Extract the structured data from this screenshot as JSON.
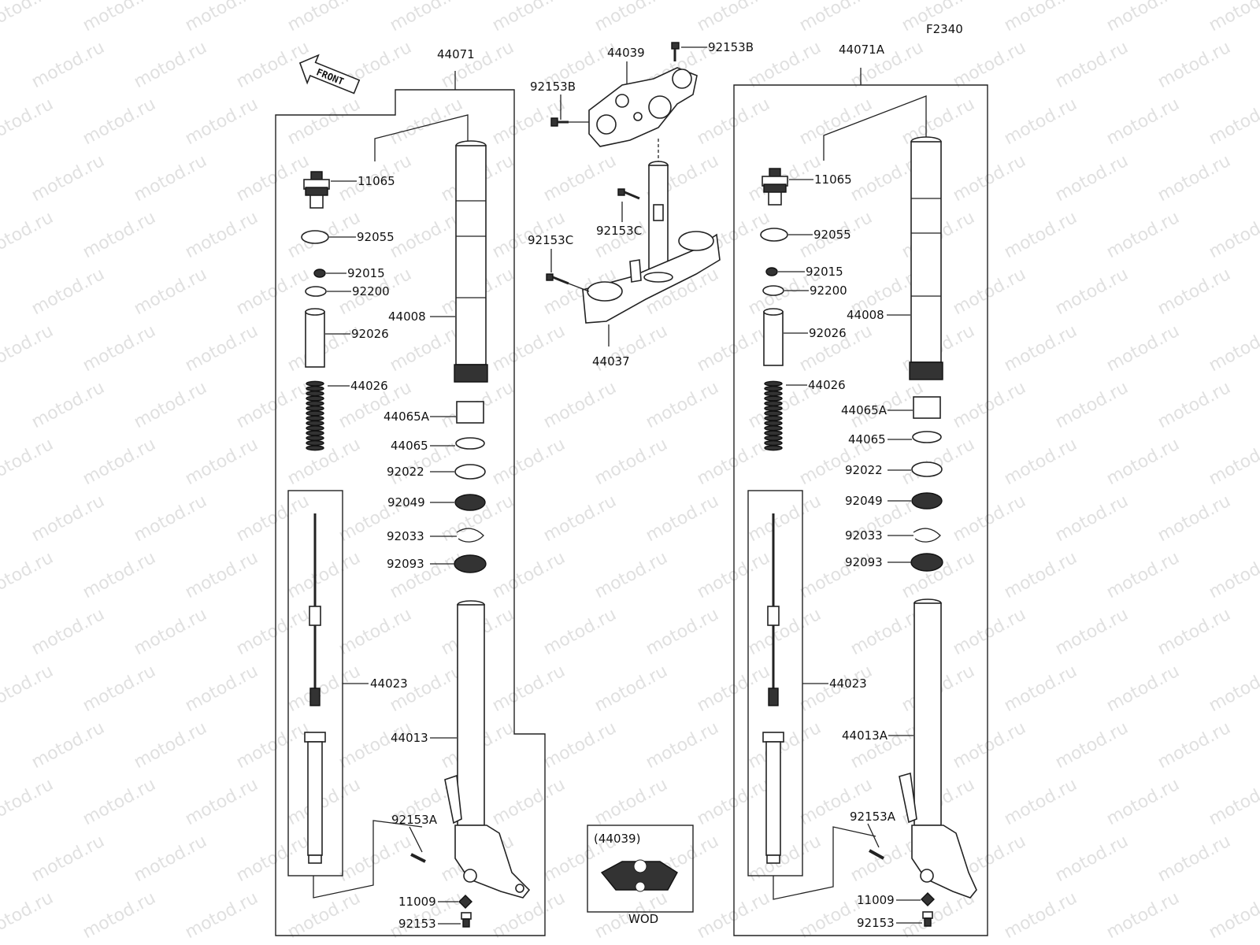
{
  "diagram": {
    "code": "F2340",
    "front_label": "FRONT",
    "watermark": "motod.ru",
    "inset_ref": "(44039)",
    "inset_caption": "WOD"
  },
  "left_fork": {
    "assembly": "44071",
    "parts": {
      "cap_bolt": "11065",
      "o_ring": "92055",
      "nut": "92015",
      "washer": "92200",
      "spacer": "92026",
      "spring": "44026",
      "cylinder_unit": "44023",
      "inner_tube": "44008",
      "bush_a": "44065A",
      "bush": "44065",
      "washer_b": "92022",
      "oil_seal": "92049",
      "snap_ring": "92033",
      "dust_seal": "92093",
      "outer_tube": "44013",
      "bolt_a": "92153A",
      "washer_c": "11009",
      "bolt": "92153"
    }
  },
  "center": {
    "upper_bracket": "44039",
    "bolt_b_top": "92153B",
    "bolt_b_left": "92153B",
    "bolt_c_upper": "92153C",
    "bolt_c_left": "92153C",
    "lower_bracket": "44037"
  },
  "right_fork": {
    "assembly": "44071A",
    "parts": {
      "cap_bolt": "11065",
      "o_ring": "92055",
      "nut": "92015",
      "washer": "92200",
      "spacer": "92026",
      "spring": "44026",
      "cylinder_unit": "44023",
      "inner_tube": "44008",
      "bush_a": "44065A",
      "bush": "44065",
      "washer_b": "92022",
      "oil_seal": "92049",
      "snap_ring": "92033",
      "dust_seal": "92093",
      "outer_tube": "44013A",
      "bolt_a": "92153A",
      "washer_c": "11009",
      "bolt": "92153"
    }
  }
}
